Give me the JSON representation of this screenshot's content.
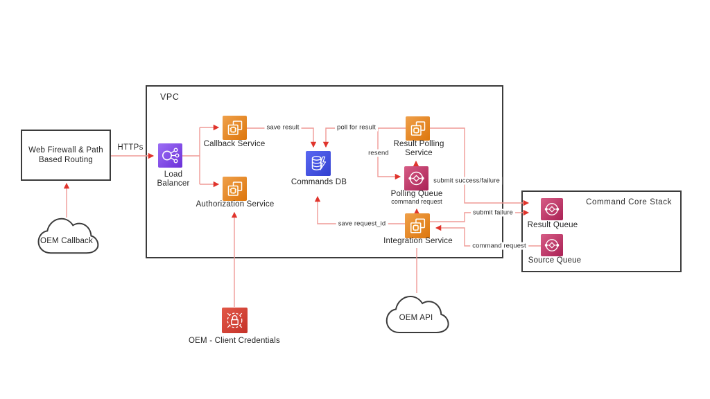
{
  "containers": {
    "vpc": {
      "label": "VPC"
    },
    "command_core_stack": {
      "label": "Command Core Stack"
    }
  },
  "nodes": {
    "web_firewall": {
      "label": "Web Firewall & Path Based Routing"
    },
    "oem_callback_cloud": {
      "label": "OEM Callback"
    },
    "load_balancer": {
      "label": "Load Balancer",
      "icon": "load-balancer-icon"
    },
    "callback_service": {
      "label": "Callback Service",
      "icon": "compute-chip-icon"
    },
    "authorization_service": {
      "label": "Authorization Service",
      "icon": "compute-chip-icon"
    },
    "commands_db": {
      "label": "Commands DB",
      "icon": "database-lightning-icon"
    },
    "result_polling_service": {
      "label": "Result Polling Service",
      "icon": "compute-chip-icon"
    },
    "polling_queue": {
      "label": "Polling Queue",
      "icon": "queue-icon"
    },
    "integration_service": {
      "label": "Integration Service",
      "icon": "compute-chip-icon"
    },
    "result_queue": {
      "label": "Result Queue",
      "icon": "queue-icon"
    },
    "source_queue": {
      "label": "Source Queue",
      "icon": "queue-icon"
    },
    "oem_client_credentials": {
      "label": "OEM - Client Credentials",
      "icon": "credentials-lock-icon"
    },
    "oem_api_cloud": {
      "label": "OEM API"
    }
  },
  "edges": {
    "https": {
      "label": "HTTPs"
    },
    "save_result": {
      "label": "save result"
    },
    "poll_for_result": {
      "label": "poll for result"
    },
    "resend": {
      "label": "resend"
    },
    "submit_success_failure": {
      "label": "submit success/failure"
    },
    "command_request_to_polling_queue": {
      "label": "command request"
    },
    "save_request_id": {
      "label": "save request_id"
    },
    "submit_failure": {
      "label": "submit failure"
    },
    "command_request_from_source_queue": {
      "label": "command request"
    }
  },
  "colors": {
    "compute_gradient_from": "#efa04a",
    "compute_gradient_to": "#dd760c",
    "load_balancer_gradient_from": "#9c6ef5",
    "load_balancer_gradient_to": "#6b30d8",
    "database_gradient_from": "#5a68f2",
    "database_gradient_to": "#3240d0",
    "queue_gradient_from": "#d65c85",
    "queue_gradient_to": "#aa2155",
    "credentials_gradient_from": "#e25848",
    "credentials_gradient_to": "#c53228",
    "connector_line": "#ef9a96",
    "arrow_head": "#e0342c",
    "box_border": "#3b3b3b",
    "text": "#242424",
    "background": "#ffffff"
  }
}
